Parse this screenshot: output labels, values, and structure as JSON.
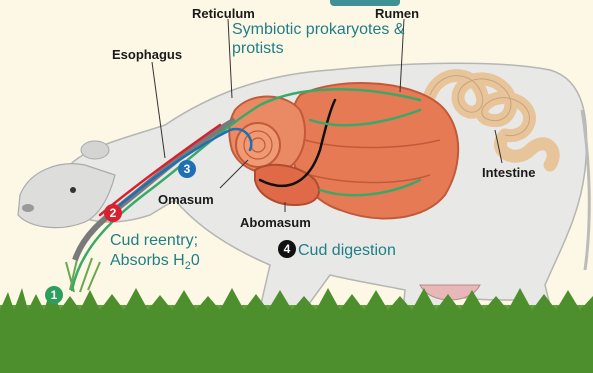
{
  "labels": {
    "reticulum": "Reticulum",
    "rumen": "Rumen",
    "esophagus": "Esophagus",
    "intestine": "Intestine",
    "omasum": "Omasum",
    "abomasum": "Abomasum"
  },
  "annotations": {
    "symbiotic_line1": "Symbiotic prokaryotes &",
    "symbiotic_line2": "protists",
    "cud_reentry": "Cud reentry;",
    "absorbs_prefix": "Absorbs H",
    "absorbs_sub": "2",
    "absorbs_suffix": "0",
    "cud_digestion": "Cud digestion"
  },
  "steps": [
    {
      "number": "1",
      "color": "#2e9e5b"
    },
    {
      "number": "2",
      "color": "#d8212f"
    },
    {
      "number": "3",
      "color": "#1f6fb5"
    },
    {
      "number": "4",
      "color": "#111111"
    }
  ],
  "colors": {
    "background": "#fdf8e6",
    "cow_body": "#ececec",
    "stomach": "#e57a55",
    "intestine": "#e8c49a",
    "grass": "#4c8f2c",
    "flow_green": "#3aa866",
    "flow_red": "#d8212f",
    "flow_blue": "#1f6fb5",
    "label_teal": "#1f7f86"
  }
}
